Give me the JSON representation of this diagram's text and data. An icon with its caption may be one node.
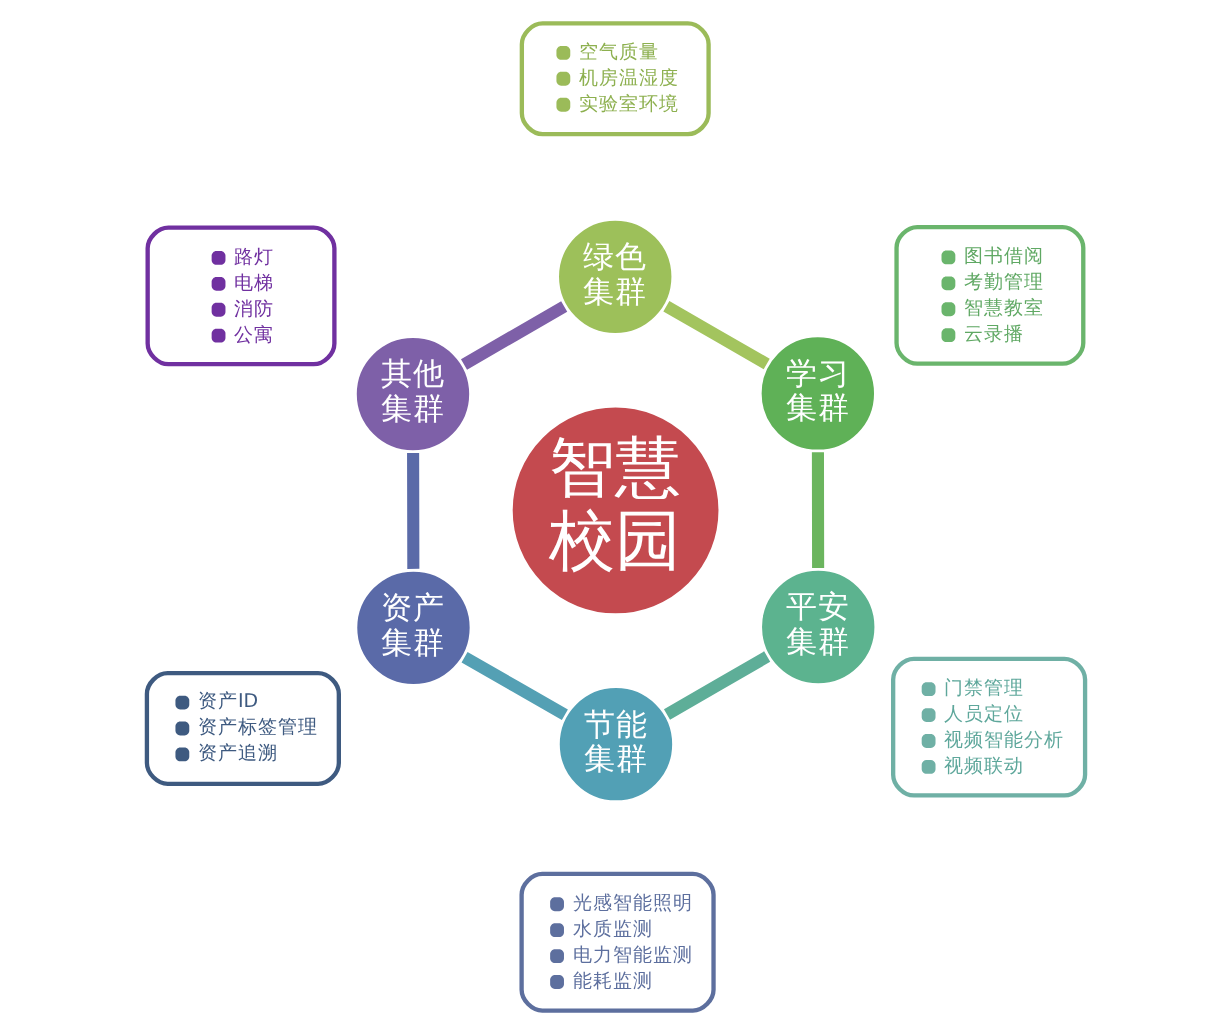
{
  "diagram": {
    "nodes": [
      {
        "text": [
          "空气质量",
          "机房温湿度",
          "实验室环境"
        ]
      },
      {
        "text": [
          "绿色集群"
        ]
      },
      {
        "text": [
          "路灯",
          "电梯",
          "消防",
          "公寓"
        ]
      },
      {
        "text": [
          "其他集群"
        ]
      },
      {
        "text": [
          "学习集群"
        ]
      },
      {
        "text": [
          "图书借阅",
          "考勤管理",
          "智慧教室",
          "云录播"
        ]
      },
      {
        "text": [
          "智慧校园"
        ]
      },
      {
        "text": [
          "资产ID",
          "资产标签管理",
          "资产追溯"
        ]
      },
      {
        "text": [
          "资产集群"
        ]
      },
      {
        "text": [
          "平安集群"
        ]
      },
      {
        "text": [
          "门禁管理",
          "人员定位",
          "视频智能分析",
          "视频联动"
        ]
      },
      {
        "text": [
          "节能集群"
        ]
      },
      {
        "text": [
          "光感智能照明",
          "水质监测",
          "电力智能监测",
          "能耗监测"
        ]
      }
    ],
    "edges": [
      {
        "from": 1,
        "to": 4,
        "arrow": "none",
        "color": "#a3c45e"
      },
      {
        "from": 4,
        "to": 9,
        "arrow": "none",
        "color": "#6bb55e"
      },
      {
        "from": 9,
        "to": 11,
        "arrow": "none",
        "color": "#5eae98"
      },
      {
        "from": 11,
        "to": 8,
        "arrow": "none",
        "color": "#54a0b4"
      },
      {
        "from": 8,
        "to": 3,
        "arrow": "none",
        "color": "#5a6aa8"
      },
      {
        "from": 3,
        "to": 1,
        "arrow": "none",
        "color": "#7e60a8"
      }
    ]
  }
}
